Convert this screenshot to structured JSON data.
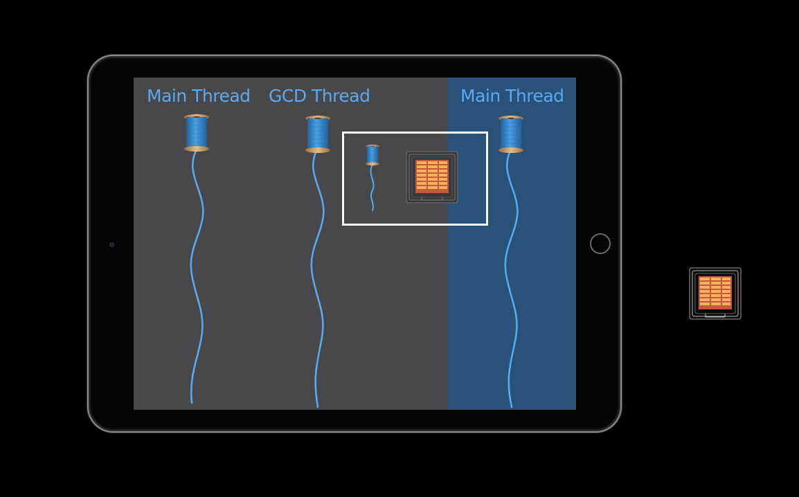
{
  "lanes": [
    {
      "title": "Main Thread"
    },
    {
      "title": "GCD Thread"
    },
    {
      "title": "Main Thread"
    }
  ],
  "icons": {
    "spool": "thread-spool-icon",
    "cpu": "cpu-chip-icon"
  },
  "colors": {
    "screen_background": "#48484a",
    "main_thread_highlight": "#2a5178",
    "title_text": "#5aaaf0",
    "thread_line": "#5aaaf0",
    "spool_wood": "#c9a06a",
    "spool_thread": "#3a86c8",
    "cpu_cores": "#f0a050",
    "zoom_box_border": "#ffffff"
  }
}
